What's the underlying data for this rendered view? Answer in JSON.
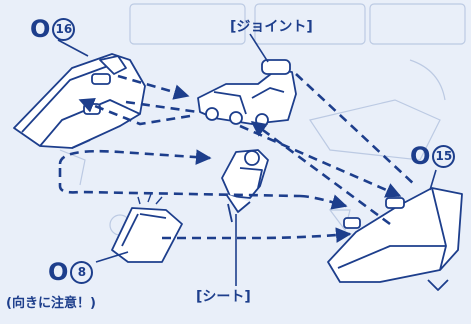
{
  "labels": {
    "part16": {
      "letter": "O",
      "number": "16"
    },
    "part15": {
      "letter": "O",
      "number": "15"
    },
    "part8": {
      "letter": "O",
      "number": "8"
    },
    "joint": "[ジョイント]",
    "seat": "[シート]",
    "caution": "(向きに注意！)"
  },
  "colors": {
    "ink": "#1d3e8c",
    "paper": "#e9eff9",
    "ghost": "#b9c6df"
  }
}
